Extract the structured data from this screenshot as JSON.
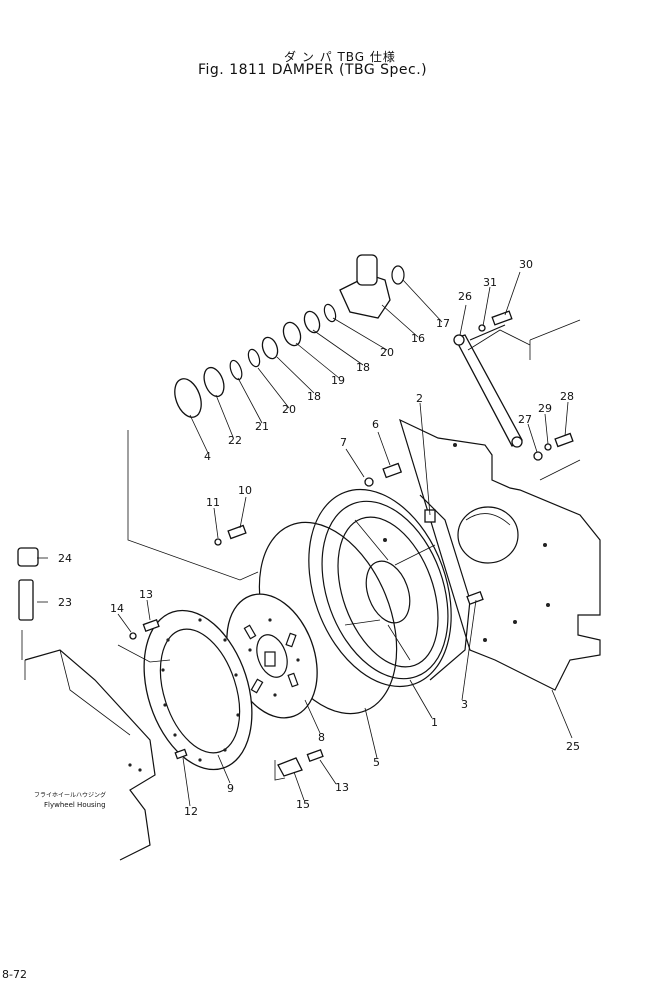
{
  "header": {
    "japanese_title": "ダ ン パ  TBG 仕様",
    "figure_title": "Fig. 1811  DAMPER (TBG Spec.)"
  },
  "labels": {
    "flywheel_housing_jp": "フライホイールハウジング",
    "flywheel_housing_en": "Flywheel Housing"
  },
  "callouts": [
    "1",
    "2",
    "3",
    "4",
    "5",
    "6",
    "7",
    "8",
    "9",
    "10",
    "11",
    "12",
    "13",
    "13",
    "14",
    "15",
    "16",
    "17",
    "18",
    "18",
    "19",
    "20",
    "20",
    "21",
    "22",
    "23",
    "24",
    "25",
    "26",
    "27",
    "28",
    "29",
    "30",
    "31"
  ],
  "page_number": "8-72"
}
